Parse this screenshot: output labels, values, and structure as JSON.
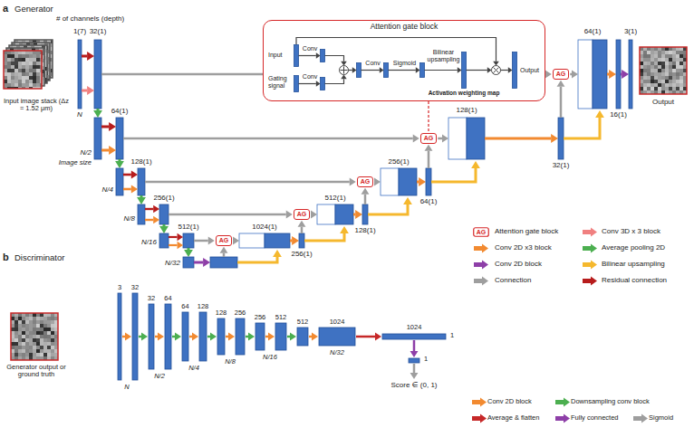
{
  "diagram": {
    "nodes": [
      {
        "text": [
          "Attention gate block"
        ]
      },
      {
        "text": [
          "AG"
        ]
      },
      {
        "text": [
          "AG"
        ]
      },
      {
        "text": [
          "AG"
        ]
      },
      {
        "text": [
          "AG"
        ]
      },
      {
        "text": [
          "AG"
        ]
      }
    ],
    "edges": [
      {
        "from": 0,
        "to": 2,
        "arrow": "none"
      }
    ],
    "labels": [
      "a",
      "Generator",
      "# of channels (depth)",
      "1(7)",
      "32(1)",
      "Input image stack (Δz = 1.52 μm)",
      "N",
      "64(1)",
      "N/2",
      "Image size",
      "128(1)",
      "N/4",
      "256(1)",
      "N/8",
      "512(1)",
      "N/16",
      "N/32",
      "1024(1)",
      "256(1)",
      "512(1)",
      "128(1)",
      "256(1)",
      "64(1)",
      "128(1)",
      "32(1)",
      "64(1)",
      "16(1)",
      "3(1)",
      "Output",
      "Input",
      "Gating signal",
      "Conv",
      "Conv",
      "Conv",
      "Sigmoid",
      "Bilinear upsampling",
      "Activation weighting map",
      "Output",
      "AG",
      "b",
      "Discriminator",
      "Generator output or ground truth",
      "3",
      "32",
      "32",
      "64",
      "64",
      "128",
      "128",
      "256",
      "256",
      "512",
      "512",
      "1024",
      "1024",
      "1",
      "1",
      "Score ∈ (0, 1)",
      "N",
      "N/2",
      "N/4",
      "N/8",
      "N/16",
      "N/32"
    ],
    "legend": [
      {
        "text": "Attention gate block"
      },
      {
        "text": "Conv 3D x 3 block",
        "color": "#f08080"
      },
      {
        "text": "Conv 2D x3 block",
        "color": "#f28a30"
      },
      {
        "text": "Average pooling 2D",
        "color": "#4caf50"
      },
      {
        "text": "Conv 2D block",
        "color": "#8e3fa8"
      },
      {
        "text": "Bilinear upsampling",
        "color": "#f5b82e"
      },
      {
        "text": "Connection",
        "color": "#9e9e9e"
      },
      {
        "text": "Residual connection",
        "color": "#b71c1c"
      },
      {
        "text": "Conv 2D block",
        "color": "#f28a30"
      },
      {
        "text": "Downsampling conv block",
        "color": "#4caf50"
      },
      {
        "text": "Average & flatten",
        "color": "#c62828"
      },
      {
        "text": "Fully connected",
        "color": "#8e3fa8"
      },
      {
        "text": "Sigmoid",
        "color": "#9e9e9e"
      }
    ]
  }
}
